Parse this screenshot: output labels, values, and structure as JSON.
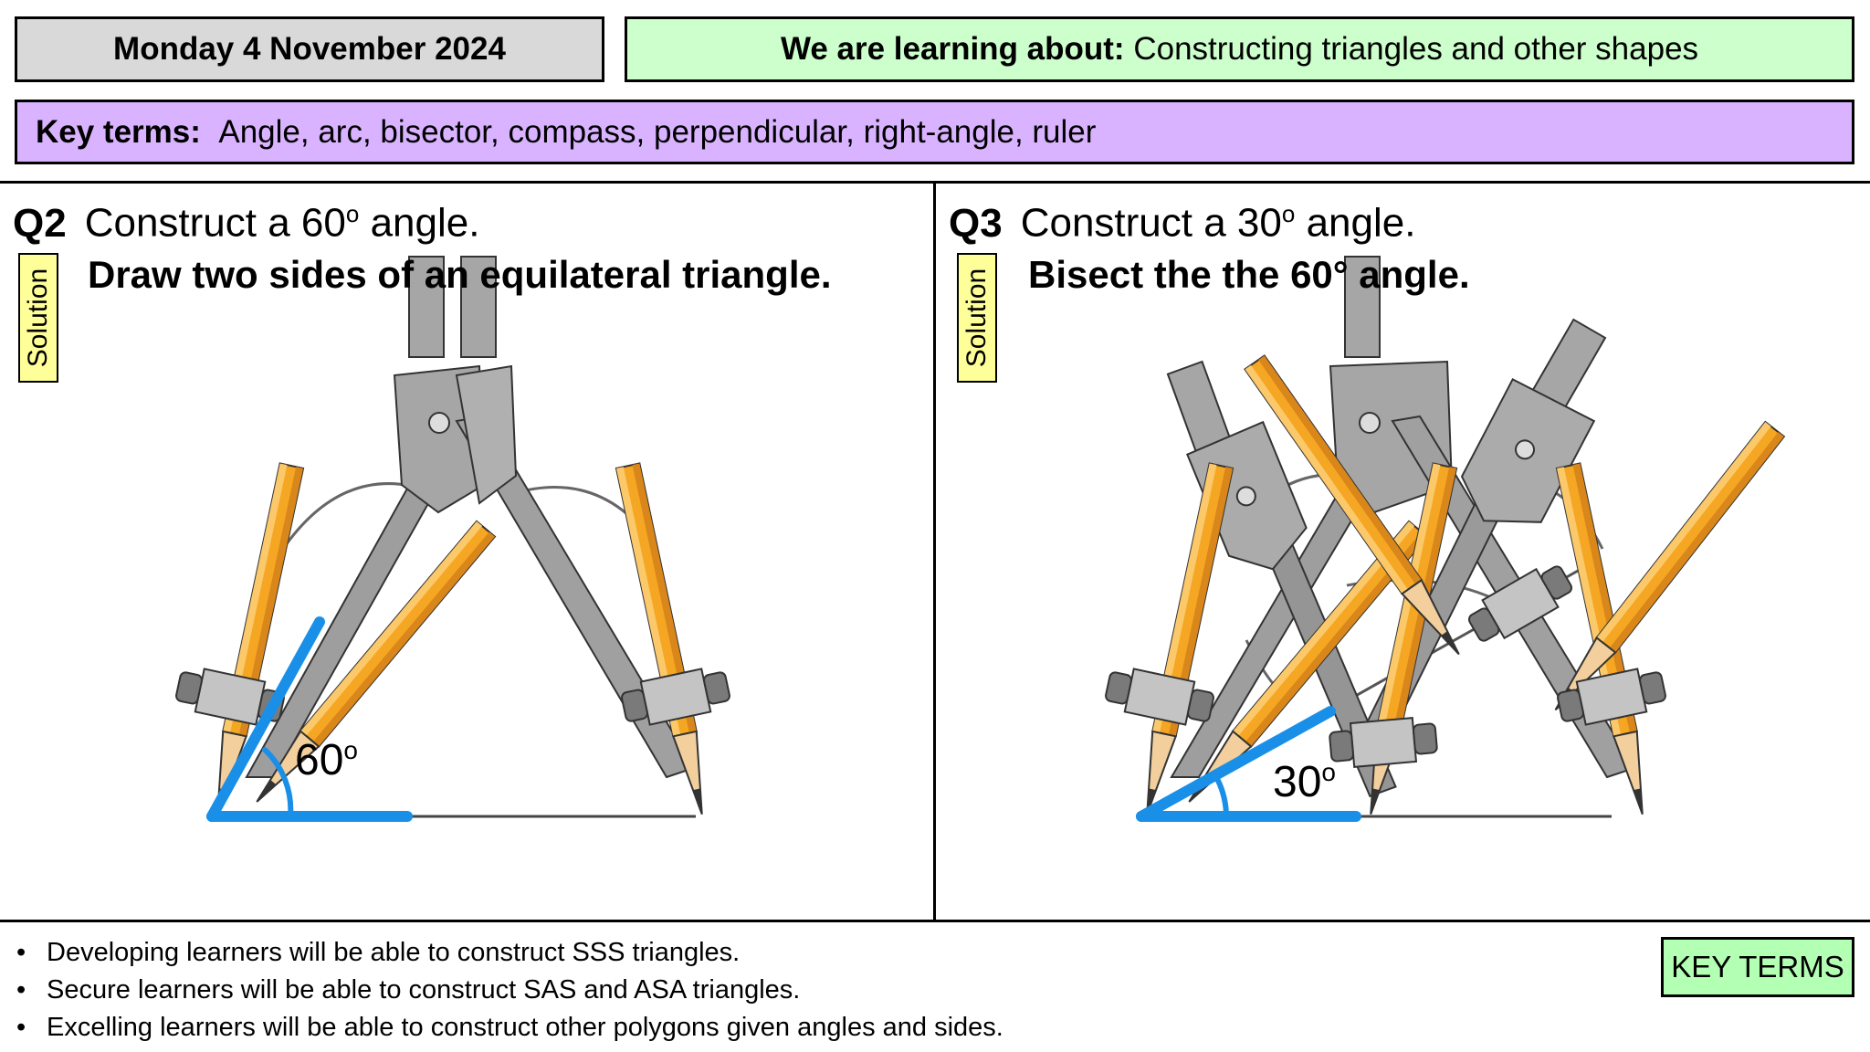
{
  "header": {
    "date": "Monday 4 November 2024",
    "learning_label": "We are learning about:",
    "learning_text": "Constructing triangles and other shapes"
  },
  "key_terms": {
    "label": "Key terms:",
    "text": "Angle, arc, bisector, compass, perpendicular, right-angle, ruler"
  },
  "q2": {
    "number": "Q2",
    "title": "Construct a 60",
    "title_sup": "o",
    "title_end": "angle.",
    "instruction": "Draw two sides of an equilateral triangle.",
    "solution_label": "Solution",
    "angle_label": "60",
    "angle_sup": "o"
  },
  "q3": {
    "number": "Q3",
    "title": "Construct a 30",
    "title_sup": "o",
    "title_end": "angle.",
    "instruction": "Bisect the the 60° angle.",
    "solution_label": "Solution",
    "angle_label": "30",
    "angle_sup": "o"
  },
  "outcomes": [
    "Developing learners will be able to construct SSS triangles.",
    "Secure learners will be able to construct SAS and ASA triangles.",
    "Excelling learners will be able to construct other polygons given angles and sides."
  ],
  "key_terms_button": "KEY TERMS",
  "colors": {
    "date_bg": "#d9d9d9",
    "learning_bg": "#ccffcc",
    "key_terms_bg": "#d9b3ff",
    "solution_bg": "#ffff99",
    "key_terms_button_bg": "#b3ffb3",
    "construction_blue": "#1a8fe8",
    "pencil": "#f0a020",
    "compass": "#a0a0a0"
  }
}
